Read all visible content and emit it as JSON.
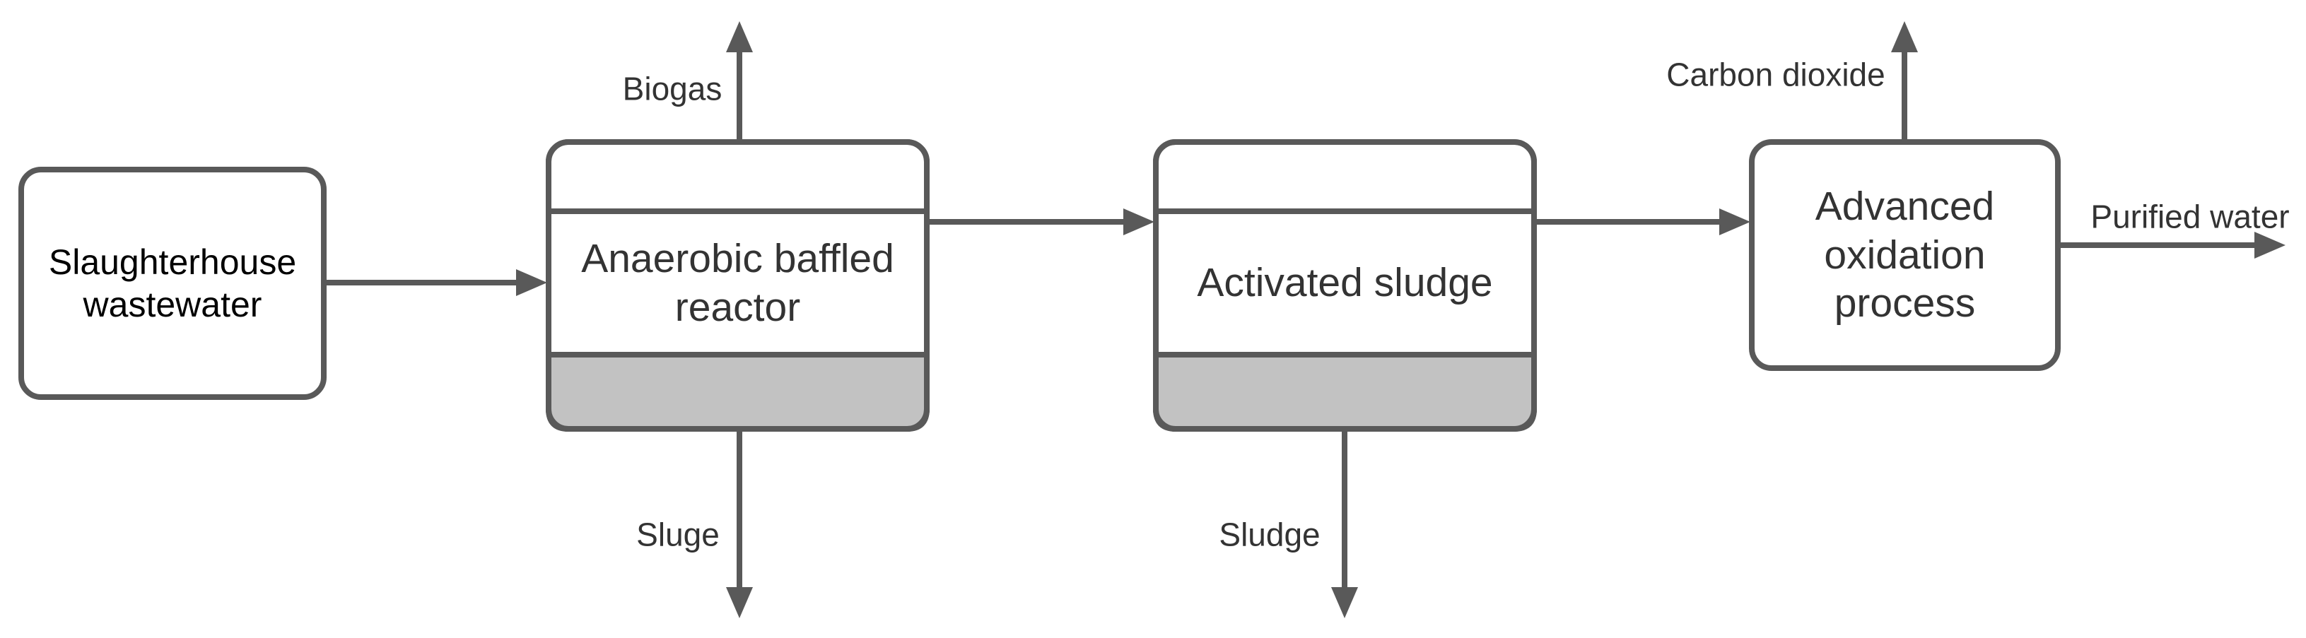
{
  "nodes": {
    "source": {
      "label": "Slaughterhouse wastewater"
    },
    "reactor": {
      "label": "Anaerobic baffled reactor"
    },
    "activated": {
      "label": "Activated sludge"
    },
    "aop": {
      "label": "Advanced oxidation process"
    }
  },
  "flows": {
    "biogas": "Biogas",
    "sluge": "Sluge",
    "sludge": "Sludge",
    "carbon_dioxide": "Carbon dioxide",
    "purified_water": "Purified water"
  },
  "colors": {
    "stroke": "#595959",
    "box_fill": "#ffffff",
    "gray_band": "#c2c2c2",
    "text_dark": "#333333",
    "text_black": "#000000"
  }
}
